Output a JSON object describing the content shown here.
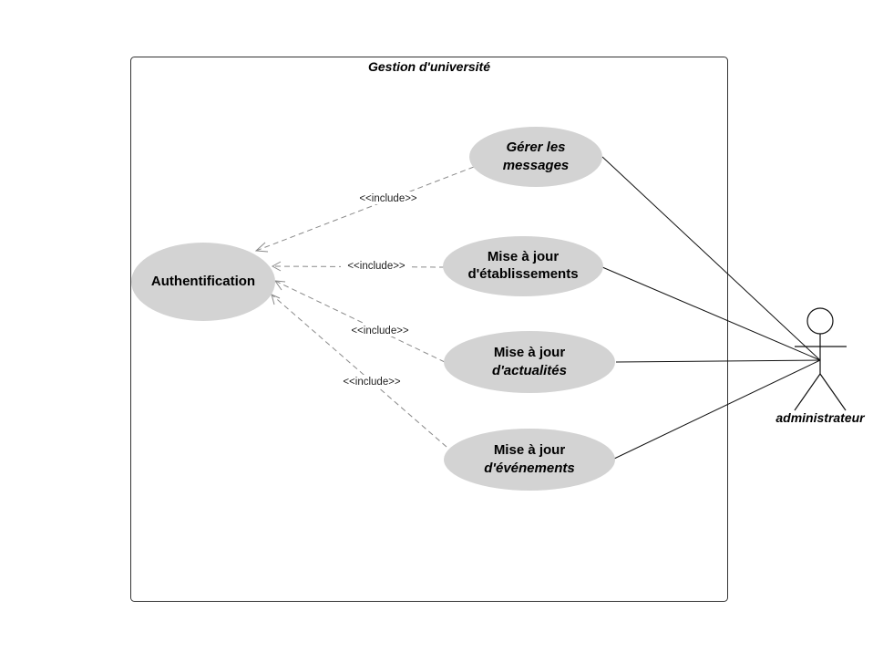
{
  "system": {
    "title": "Gestion d'université"
  },
  "use_cases": {
    "auth": {
      "line1": "Authentification"
    },
    "messages": {
      "line1": "Gérer les",
      "line2": "messages"
    },
    "etablissements": {
      "line1": "Mise à jour",
      "line2": "d'établissements"
    },
    "actualites": {
      "line1": "Mise à jour",
      "line2": "d'actualités"
    },
    "evenements": {
      "line1": "Mise à jour",
      "line2": "d'événements"
    }
  },
  "relations": {
    "include_1": "<<include>>",
    "include_2": "<<include>>",
    "include_3": "<<include>>",
    "include_4": "<<include>>"
  },
  "actor": {
    "name": "administrateur"
  }
}
